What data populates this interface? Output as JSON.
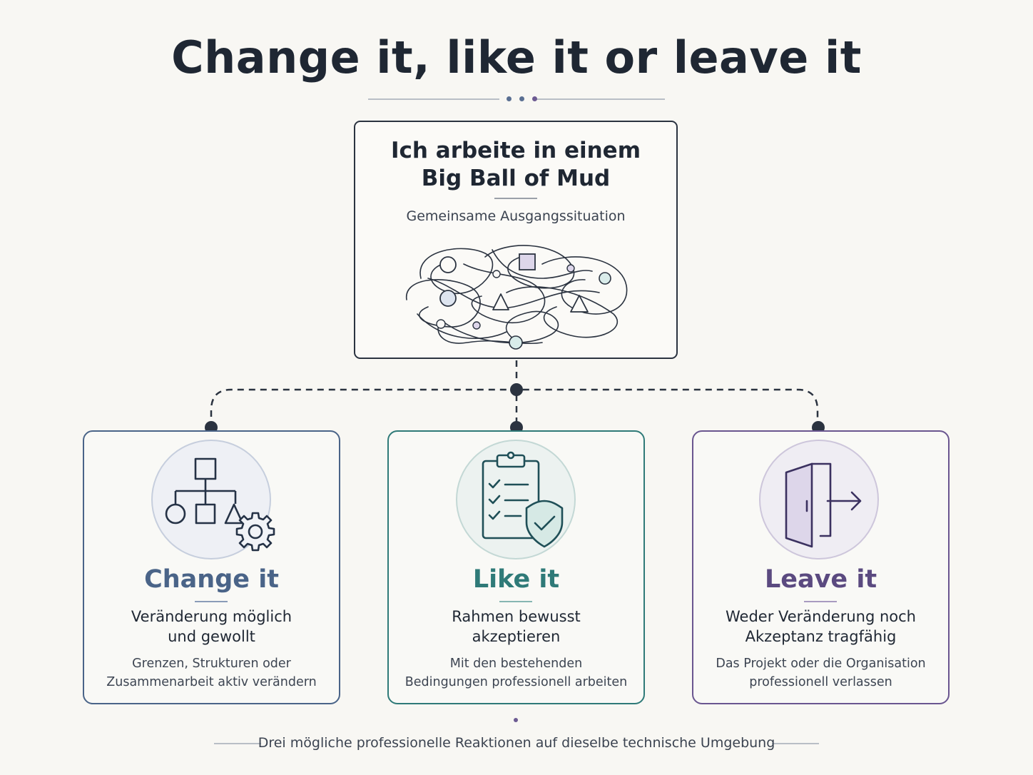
{
  "title": "Change it, like it or leave it",
  "center": {
    "title_line1": "Ich arbeite in einem",
    "title_line2": "Big Ball of Mud",
    "subtitle": "Gemeinsame Ausgangssituation",
    "illustration": "tangled-mud-icon"
  },
  "options": [
    {
      "title": "Change it",
      "subtitle_line1": "Veränderung möglich",
      "subtitle_line2": "und gewollt",
      "desc_line1": "Grenzen, Strukturen oder",
      "desc_line2": "Zusammenarbeit aktiv verändern",
      "icon": "structure-gear-icon",
      "color": "#4a6488"
    },
    {
      "title": "Like it",
      "subtitle_line1": "Rahmen bewusst",
      "subtitle_line2": "akzeptieren",
      "desc_line1": "Mit den bestehenden",
      "desc_line2": "Bedingungen professionell arbeiten",
      "icon": "clipboard-shield-icon",
      "color": "#2f7a78"
    },
    {
      "title": "Leave it",
      "subtitle_line1": "Weder Veränderung noch",
      "subtitle_line2": "Akzeptanz tragfähig",
      "desc_line1": "Das Projekt oder die Organisation",
      "desc_line2": "professionell verlassen",
      "icon": "exit-door-icon",
      "color": "#6a5690"
    }
  ],
  "footer": "Drei mögliche professionelle Reaktionen auf dieselbe technische Umgebung",
  "colors": {
    "dark": "#2b3340",
    "background": "#f8f7f3"
  }
}
